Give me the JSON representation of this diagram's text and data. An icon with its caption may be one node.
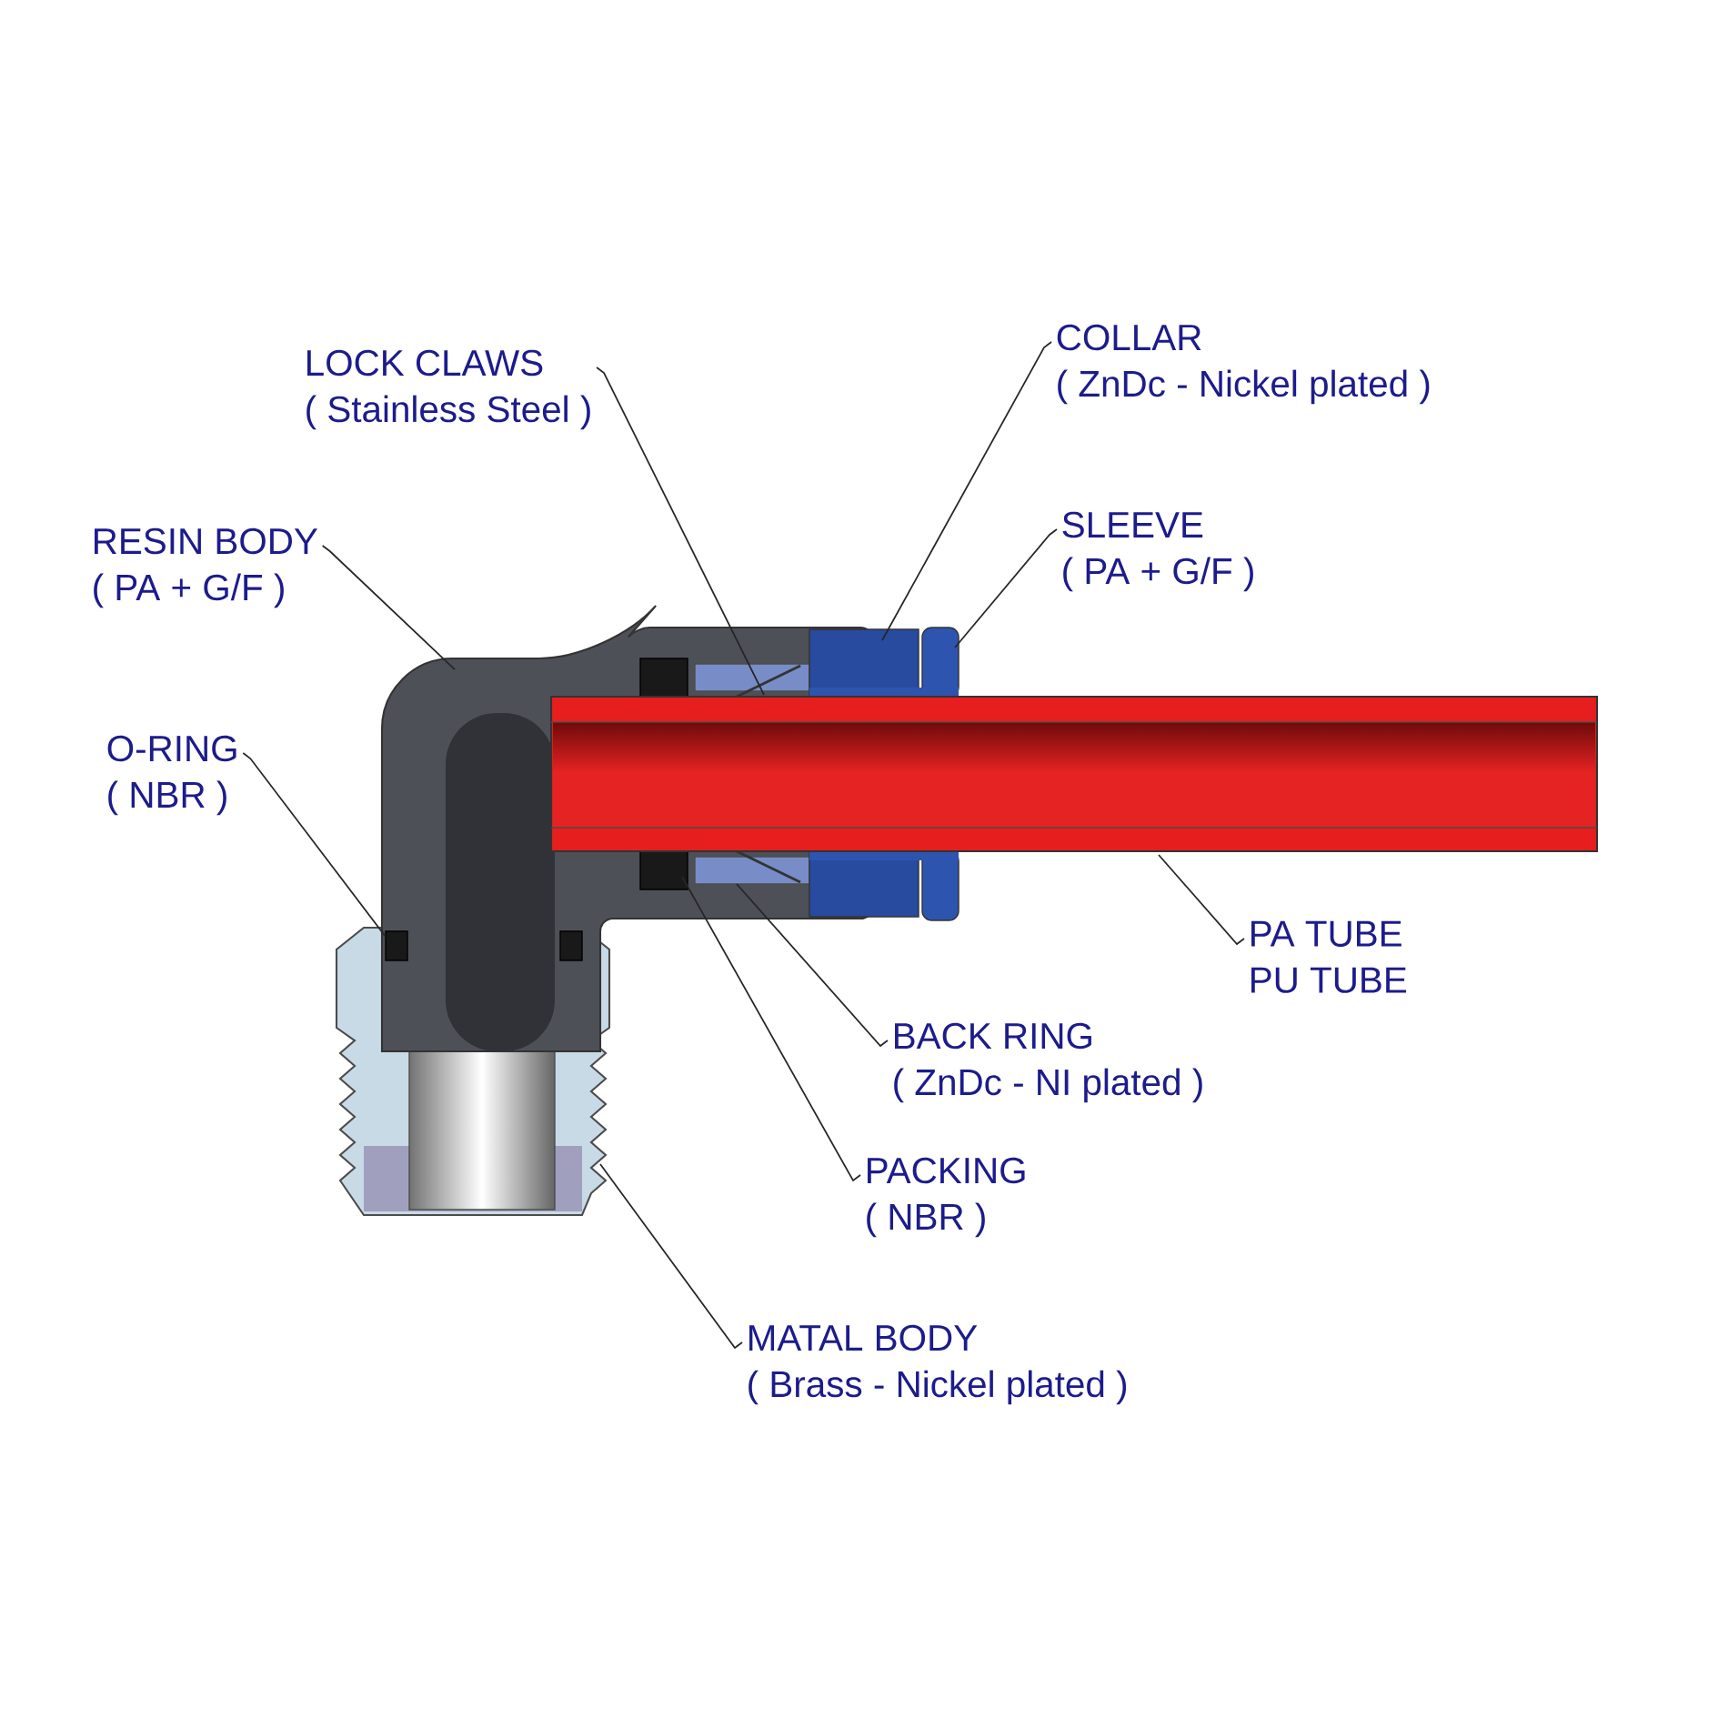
{
  "diagram": {
    "nodes": [
      {
        "text": [
          "LOCK CLAWS",
          "( Stainless Steel )"
        ]
      },
      {
        "text": [
          "COLLAR",
          "( ZnDc - Nickel plated )"
        ]
      },
      {
        "text": [
          "RESIN BODY",
          "( PA + G/F )"
        ]
      },
      {
        "text": [
          "SLEEVE",
          "( PA + G/F )"
        ]
      },
      {
        "text": [
          "O-RING",
          "( NBR )"
        ]
      },
      {
        "text": [
          "PA TUBE",
          "PU TUBE"
        ]
      },
      {
        "text": [
          "BACK RING",
          "( ZnDc - NI plated )"
        ]
      },
      {
        "text": [
          "PACKING",
          "( NBR )"
        ]
      },
      {
        "text": [
          "MATAL BODY",
          "( Brass - Nickel plated )"
        ]
      }
    ],
    "edges": [
      {
        "from": 0,
        "to": null,
        "arrow": "none"
      },
      {
        "from": 1,
        "to": null,
        "arrow": "none"
      },
      {
        "from": 2,
        "to": null,
        "arrow": "none"
      },
      {
        "from": 3,
        "to": null,
        "arrow": "none"
      },
      {
        "from": 4,
        "to": null,
        "arrow": "none"
      },
      {
        "from": 5,
        "to": null,
        "arrow": "none"
      },
      {
        "from": 6,
        "to": null,
        "arrow": "none"
      },
      {
        "from": 7,
        "to": null,
        "arrow": "none"
      },
      {
        "from": 8,
        "to": null,
        "arrow": "none"
      }
    ]
  }
}
